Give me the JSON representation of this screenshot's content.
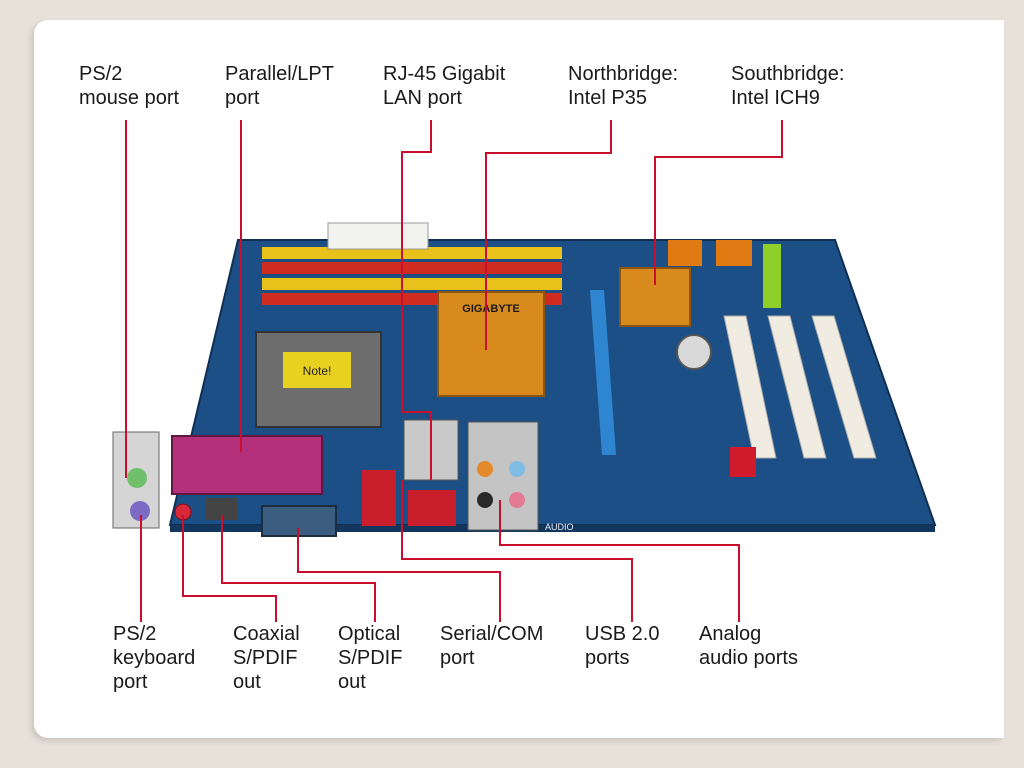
{
  "labels_top": [
    "PS/2\nmouse port",
    "Parallel/LPT\nport",
    "RJ-45 Gigabit\nLAN port",
    "Northbridge:\nIntel P35",
    "Southbridge:\nIntel ICH9"
  ],
  "labels_bottom": [
    "PS/2\nkeyboard\nport",
    "Coaxial\nS/PDIF\nout",
    "Optical\nS/PDIF\nout",
    "Serial/COM\nport",
    "USB 2.0\nports",
    "Analog\naudio ports"
  ],
  "board_text": {
    "brand": "GIGABYTE",
    "cpu_sticker": "Note!",
    "audio": "AUDIO"
  },
  "colors": {
    "pcb": "#1c4f86",
    "leader": "#c8102e",
    "heatsink": "#d98a1c",
    "dimm_yellow": "#e8c21a",
    "dimm_red": "#cf2b1e",
    "parallel_port": "#b5307a",
    "pcie_blue": "#2e86d1",
    "pci_white": "#f1ece2",
    "sata_orange": "#e07a12",
    "green_slot": "#8fcf2a"
  }
}
